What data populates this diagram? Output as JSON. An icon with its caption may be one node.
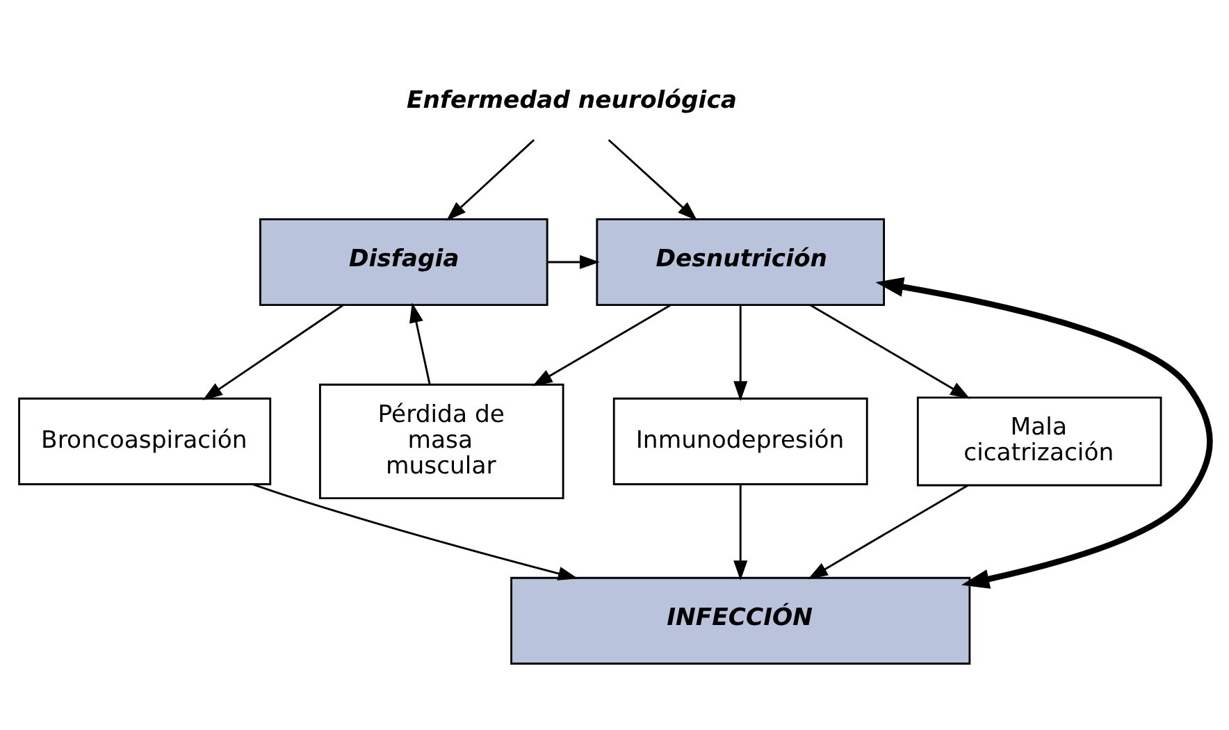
{
  "diagram": {
    "nodes": [
      {
        "text": [
          "Enfermedad neurológica"
        ]
      },
      {
        "text": [
          "Disfagia"
        ]
      },
      {
        "text": [
          "Desnutrición"
        ]
      },
      {
        "text": [
          "Broncoaspiración"
        ]
      },
      {
        "text": [
          "Pérdida de masa muscular"
        ]
      },
      {
        "text": [
          "Inmunodepresión"
        ]
      },
      {
        "text": [
          "Mala cicatrización"
        ]
      },
      {
        "text": [
          "INFECCIÓN"
        ]
      }
    ],
    "edges": [
      {
        "from": 0,
        "to": 1,
        "arrow": "to"
      },
      {
        "from": 0,
        "to": 2,
        "arrow": "to"
      },
      {
        "from": 1,
        "to": 2,
        "arrow": "to"
      },
      {
        "from": 1,
        "to": 3,
        "arrow": "to"
      },
      {
        "from": 4,
        "to": 1,
        "arrow": "to"
      },
      {
        "from": 2,
        "to": 4,
        "arrow": "to"
      },
      {
        "from": 2,
        "to": 5,
        "arrow": "to"
      },
      {
        "from": 2,
        "to": 6,
        "arrow": "to"
      },
      {
        "from": 3,
        "to": 7,
        "arrow": "to"
      },
      {
        "from": 5,
        "to": 7,
        "arrow": "to"
      },
      {
        "from": 6,
        "to": 7,
        "arrow": "to"
      },
      {
        "from": 2,
        "to": 7,
        "arrow": "both",
        "style": "thick"
      }
    ]
  }
}
